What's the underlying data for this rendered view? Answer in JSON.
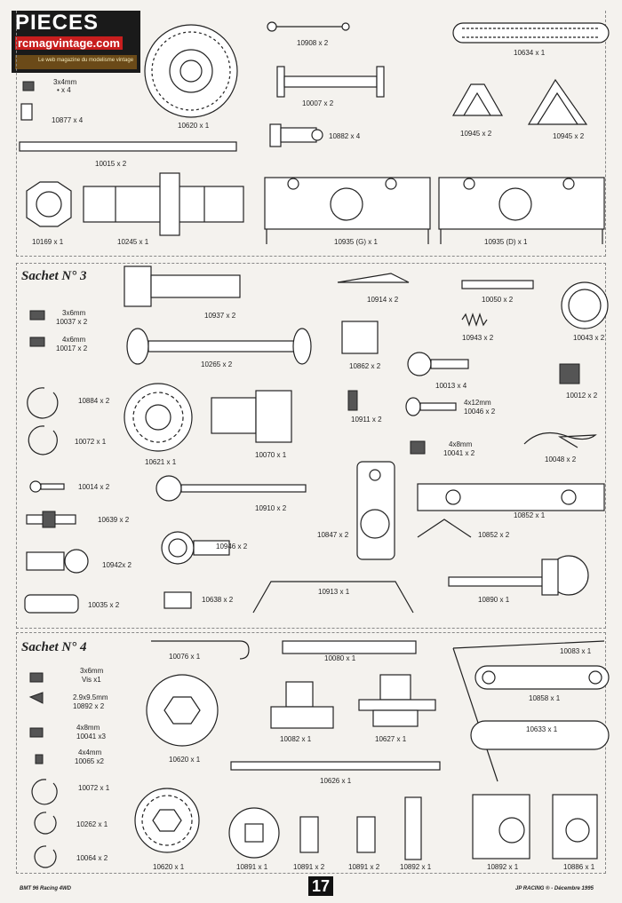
{
  "header": {
    "title": "PIECES",
    "site": "rcmagvintage.com",
    "tagline": "Le web magazine du modelisme vintage"
  },
  "section1": {
    "labels": {
      "l10908": "10908 x 2",
      "l10634": "10634 x 1",
      "l3x4mm": "3x4mm",
      "l3x4mm_q": "• x 4",
      "l10007": "10007 x 2",
      "l10877": "10877 x 4",
      "l10620a": "10620 x 1",
      "l10882": "10882 x 4",
      "l10945a": "10945 x 2",
      "l10945b": "10945 x 2",
      "l10015": "10015 x 2",
      "l10169": "10169 x 1",
      "l10245": "10245 x 1",
      "l10935g": "10935 (G) x 1",
      "l10935d": "10935 (D) x 1"
    }
  },
  "section2": {
    "title": "Sachet N° 3",
    "labels": {
      "l10914": "10914 x 2",
      "l10050": "10050 x 2",
      "l3x6": "3x6mm",
      "l10037": "10037 x 2",
      "l10937": "10937 x 2",
      "l10943": "10943 x 2",
      "l10043": "10043 x 2",
      "l4x6": "4x6mm",
      "l10017": "10017 x 2",
      "l10265": "10265 x 2",
      "l10862": "10862 x 2",
      "l10013": "10013 x 4",
      "l10012": "10012 x 2",
      "l10884": "10884 x 2",
      "l4x12": "4x12mm",
      "l10046": "10046 x 2",
      "l10911": "10911 x 2",
      "l10072": "10072 x 1",
      "l10070": "10070 x 1",
      "l4x8": "4x8mm",
      "l10041": "10041 x 2",
      "l10048": "10048 x 2",
      "l10621": "10621 x 1",
      "l10014": "10014 x 2",
      "l10910": "10910 x 2",
      "l10852a": "10852 x 1",
      "l10639": "10639 x 2",
      "l10847": "10847 x 2",
      "l10852b": "10852 x 2",
      "l10946": "10946 x 2",
      "l10942": "10942x 2",
      "l10913": "10913 x 1",
      "l10890": "10890 x 1",
      "l10638": "10638 x 2",
      "l10035": "10035 x 2"
    }
  },
  "section3": {
    "title": "Sachet N° 4",
    "labels": {
      "l10076": "10076 x 1",
      "l10080": "10080 x 1",
      "l10083": "10083 x 1",
      "l3x6": "3x6mm",
      "l3x6v": "Vis x1",
      "l29": "2.9x9.5mm",
      "l10892a": "10892 x 2",
      "l10858": "10858 x 1",
      "l4x8": "4x8mm",
      "l10041": "10041 x3",
      "l10082": "10082 x 1",
      "l10627": "10627 x 1",
      "l10633": "10633 x 1",
      "l4x4": "4x4mm",
      "l10065": "10065 x2",
      "l10620b": "10620 x 1",
      "l10626": "10626 x 1",
      "l10072": "10072 x 1",
      "l10262": "10262 x 1",
      "l10064": "10064 x 2",
      "l10620c": "10620 x 1",
      "l10891a": "10891 x 1",
      "l10891b": "10891 x 2",
      "l10891c": "10891 x 2",
      "l10892b": "10892 x 1",
      "l10892c": "10892 x 1",
      "l10886": "10886 x 1"
    }
  },
  "footer": {
    "left": "BMT 96 Racing 4WD",
    "page": "17",
    "right": "JP RACING ® - Décembre 1995"
  }
}
